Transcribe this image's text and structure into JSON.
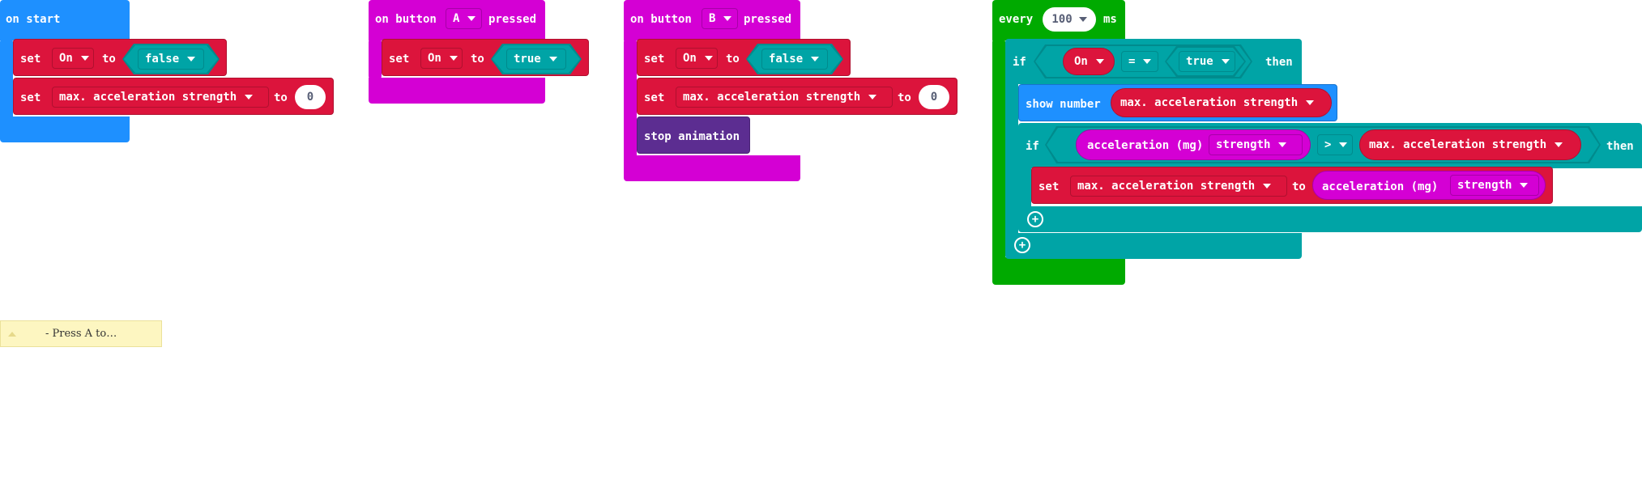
{
  "colors": {
    "basic_blue": "#1e90ff",
    "input_magenta": "#d400d4",
    "variables_red": "#dc143c",
    "logic_teal": "#00a4a6",
    "loops_green": "#00aa00",
    "led_purple": "#5c2d91",
    "comment_yellow": "#fdf6c1"
  },
  "on_start": {
    "hat_label": "on start",
    "set1": {
      "set": "set",
      "var": "On",
      "to": "to",
      "value": "false"
    },
    "set2": {
      "set": "set",
      "var": "max. acceleration strength",
      "to": "to",
      "value": "0"
    }
  },
  "button_a": {
    "on": "on button",
    "button": "A",
    "pressed": "pressed",
    "set1": {
      "set": "set",
      "var": "On",
      "to": "to",
      "value": "true"
    }
  },
  "button_b": {
    "on": "on button",
    "button": "B",
    "pressed": "pressed",
    "set1": {
      "set": "set",
      "var": "On",
      "to": "to",
      "value": "false"
    },
    "set2": {
      "set": "set",
      "var": "max. acceleration strength",
      "to": "to",
      "value": "0"
    },
    "stop": "stop animation"
  },
  "every": {
    "every": "every",
    "interval": "100",
    "ms": "ms",
    "if1": {
      "if": "if",
      "var": "On",
      "op": "=",
      "value": "true",
      "then": "then"
    },
    "show": {
      "label": "show number",
      "var": "max. acceleration strength"
    },
    "if2": {
      "if": "if",
      "accel": "acceleration (mg)",
      "dim": "strength",
      "op": ">",
      "var": "max. acceleration strength",
      "then": "then"
    },
    "set": {
      "set": "set",
      "var": "max. acceleration strength",
      "to": "to",
      "accel": "acceleration (mg)",
      "dim": "strength"
    }
  },
  "comment": {
    "text": "- Press A to…"
  }
}
